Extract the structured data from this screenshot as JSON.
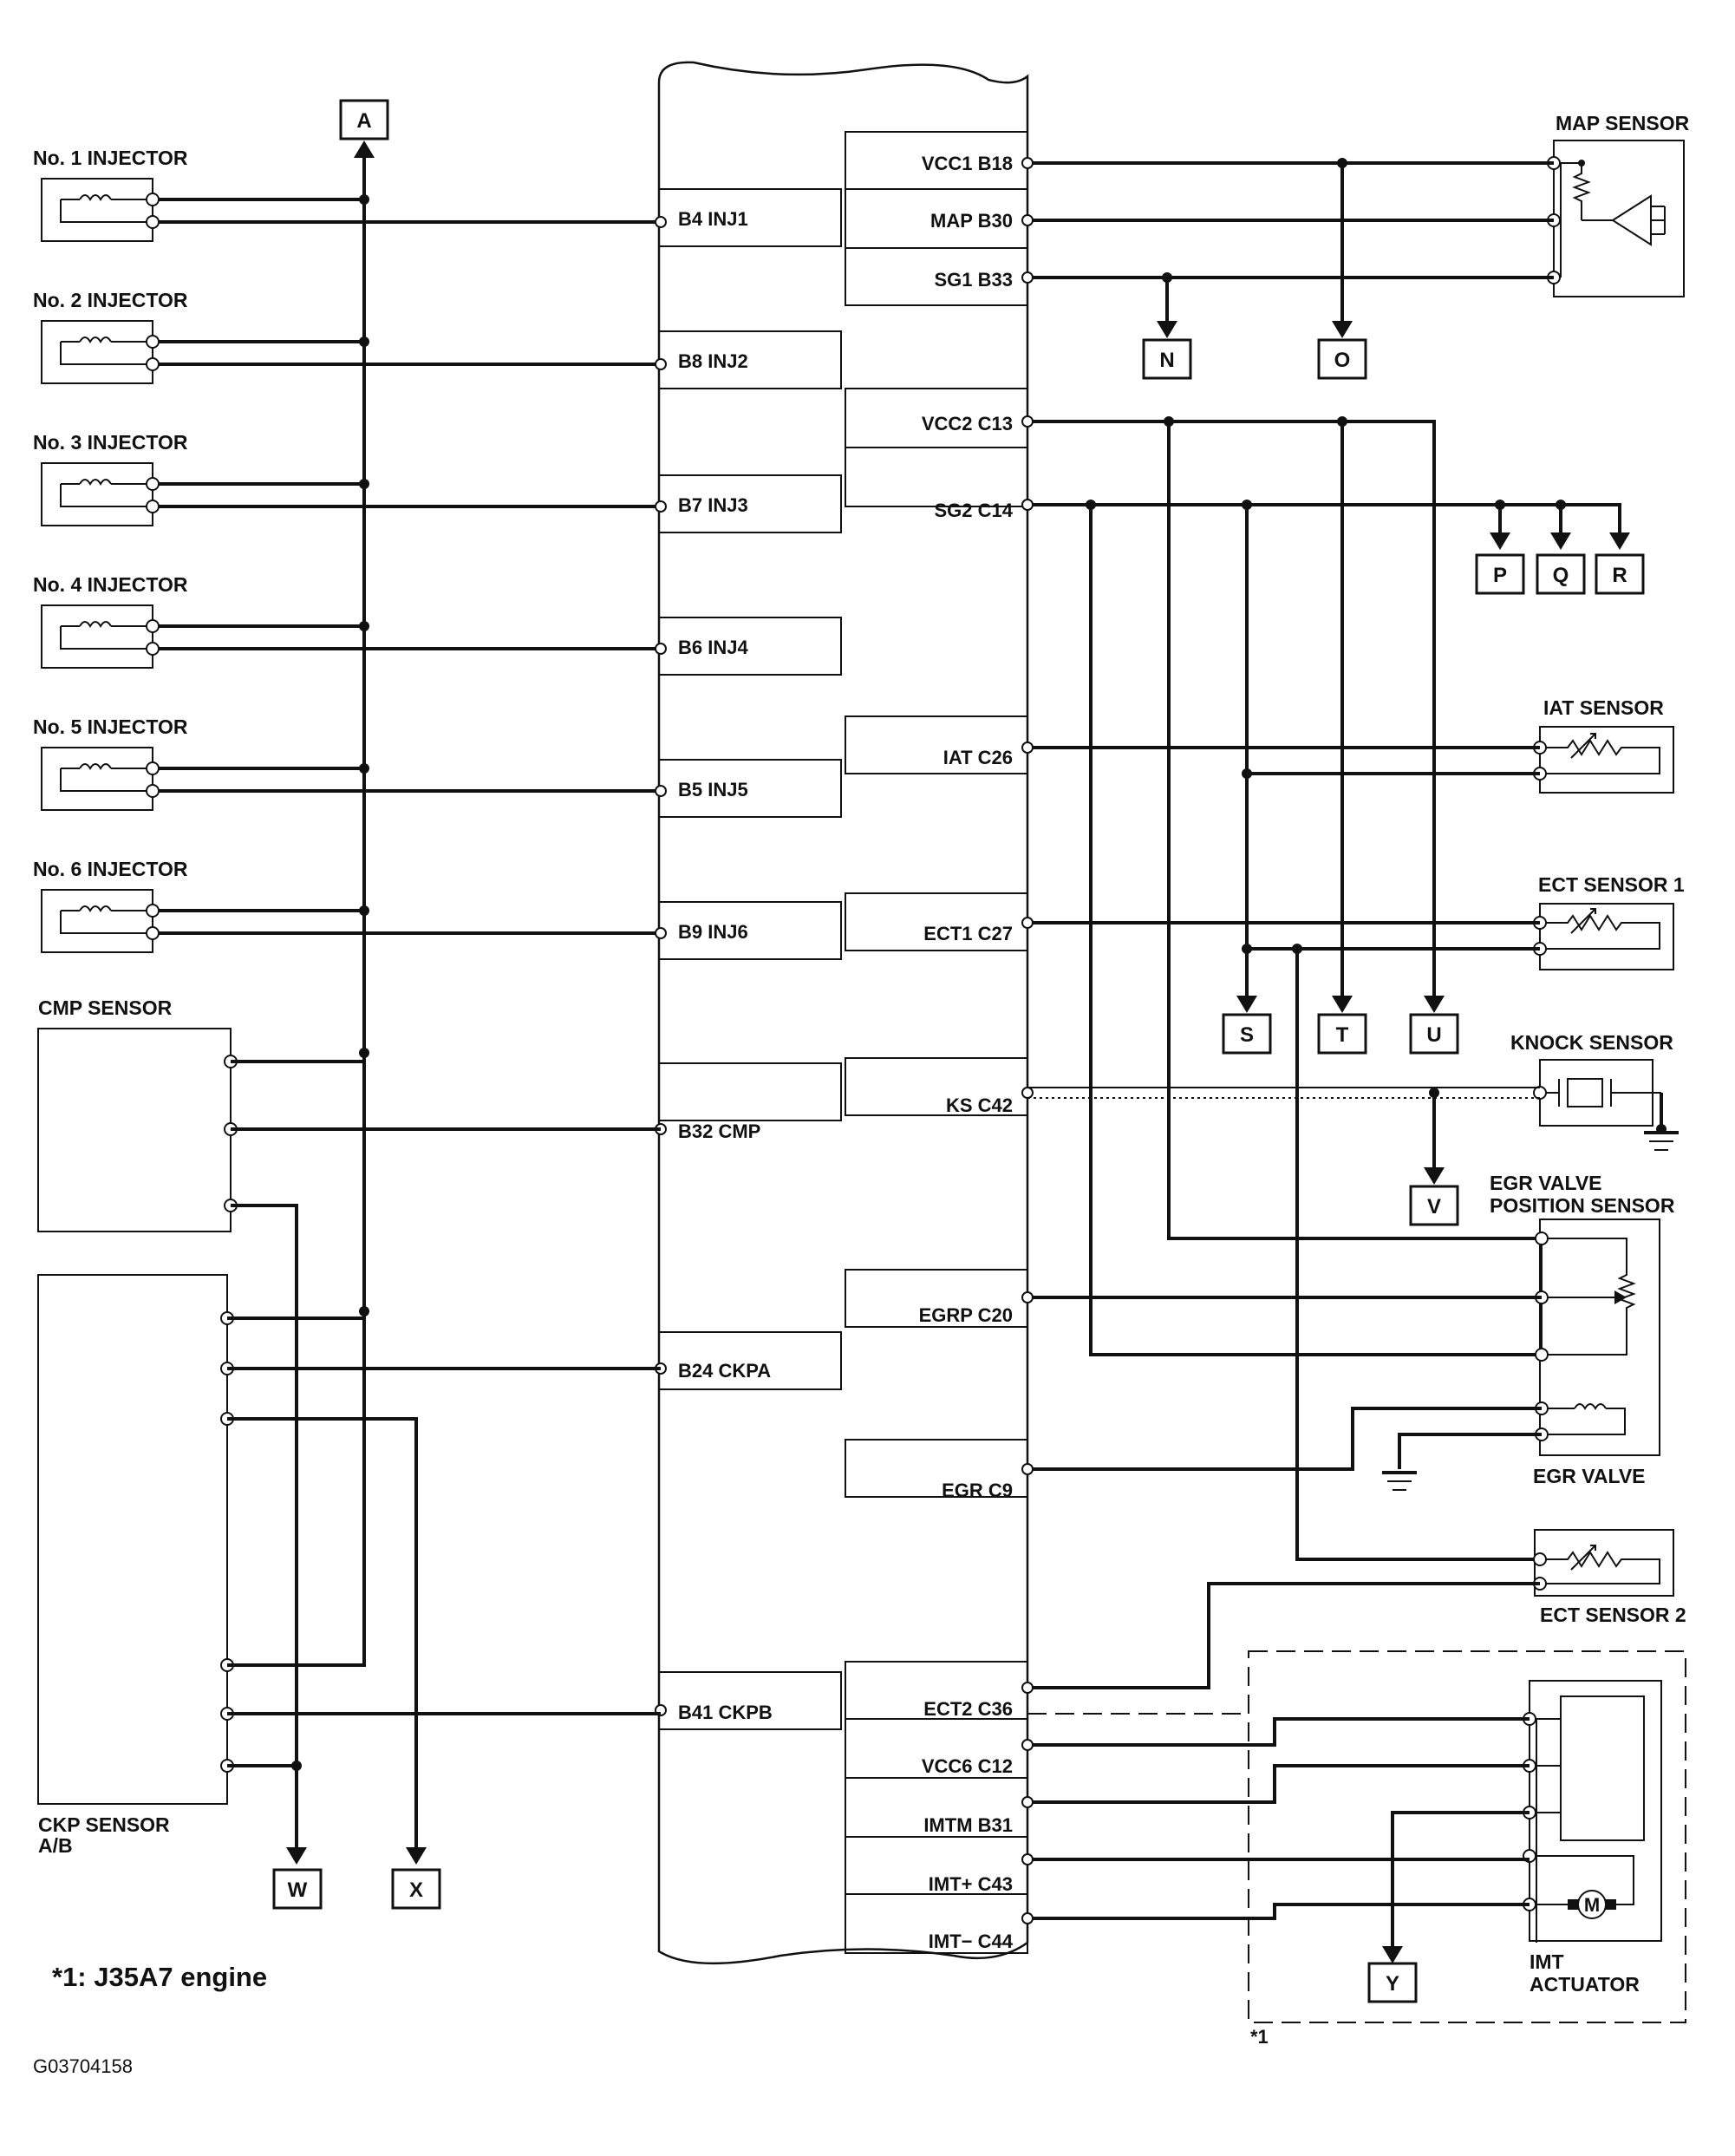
{
  "injectors": [
    "No. 1 INJECTOR",
    "No. 2 INJECTOR",
    "No. 3 INJECTOR",
    "No. 4 INJECTOR",
    "No. 5 INJECTOR",
    "No. 6 INJECTOR"
  ],
  "left_pins": [
    "B4 INJ1",
    "B8 INJ2",
    "B7 INJ3",
    "B6 INJ4",
    "B5 INJ5",
    "B9 INJ6",
    "B32 CMP",
    "B24 CKPA",
    "B41 CKPB"
  ],
  "right_pins": [
    "VCC1 B18",
    "MAP B30",
    "SG1 B33",
    "VCC2 C13",
    "SG2 C14",
    "IAT C26",
    "ECT1 C27",
    "KS C42",
    "EGRP C20",
    "EGR C9",
    "ECT2 C36",
    "VCC6 C12",
    "IMTM B31",
    "IMT+ C43",
    "IMT− C44"
  ],
  "components": {
    "map": "MAP SENSOR",
    "iat": "IAT SENSOR",
    "ect1": "ECT SENSOR 1",
    "knock": "KNOCK SENSOR",
    "egrvps_1": "EGR VALVE",
    "egrvps_2": "POSITION SENSOR",
    "egr_valve": "EGR VALVE",
    "ect2": "ECT SENSOR 2",
    "imt_1": "IMT",
    "imt_2": "ACTUATOR",
    "cmp": "CMP SENSOR",
    "ckp_1": "CKP SENSOR",
    "ckp_2": "A/B"
  },
  "connectors": {
    "a": "A",
    "n": "N",
    "o": "O",
    "p": "P",
    "q": "Q",
    "r": "R",
    "s": "S",
    "t": "T",
    "u": "U",
    "v": "V",
    "w": "W",
    "x": "X",
    "y": "Y"
  },
  "notes": {
    "footnote": "*1: J35A7 engine",
    "star_mark": "*1",
    "motor_symbol": "M",
    "code": "G03704158"
  }
}
